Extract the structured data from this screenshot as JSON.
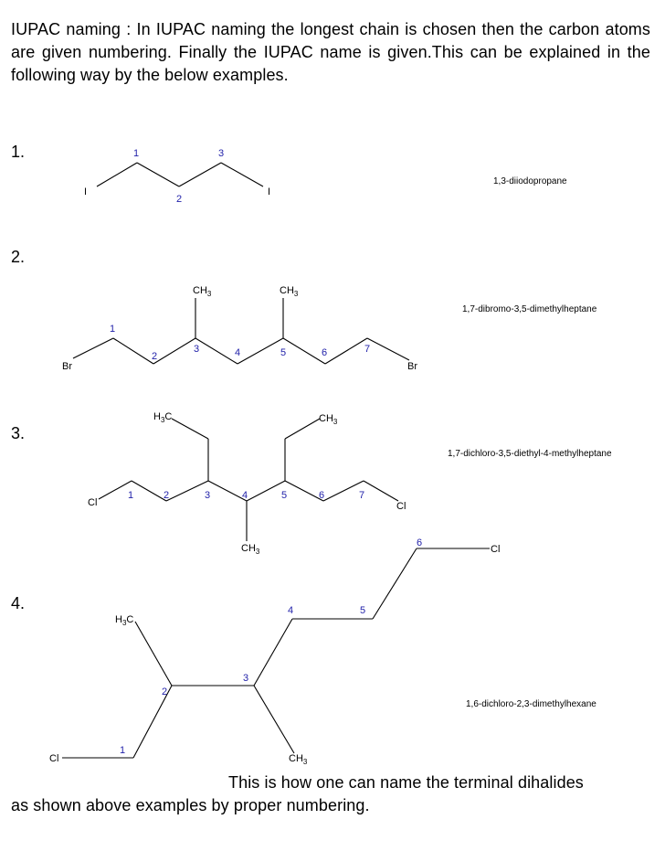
{
  "intro_text": "IUPAC naming : In IUPAC naming the longest chain is chosen then the carbon atoms are given numbering. Finally the IUPAC name is given.This can be explained in the following way by the below examples.",
  "outro_line1": "This is how one can name the terminal dihalides",
  "outro_line2": "as shown above examples by proper numbering.",
  "examples": [
    {
      "label": "1.",
      "name": "1,3-diiodopropane",
      "atoms": {
        "left_halogen": "I",
        "right_halogen": "I"
      },
      "numbers": [
        "1",
        "2",
        "3"
      ]
    },
    {
      "label": "2.",
      "name": "1,7-dibromo-3,5-dimethylheptane",
      "atoms": {
        "left_halogen": "Br",
        "right_halogen": "Br",
        "substituent_1": "CH3",
        "substituent_2": "CH3"
      },
      "numbers": [
        "1",
        "2",
        "3",
        "4",
        "5",
        "6",
        "7"
      ]
    },
    {
      "label": "3.",
      "name": "1,7-dichloro-3,5-diethyl-4-methylheptane",
      "atoms": {
        "left_halogen": "Cl",
        "right_halogen": "Cl",
        "ethyl_left": "H3C",
        "ethyl_right": "CH3",
        "methyl": "CH3"
      },
      "numbers": [
        "1",
        "2",
        "3",
        "4",
        "5",
        "6",
        "7"
      ]
    },
    {
      "label": "4.",
      "name": "1,6-dichloro-2,3-dimethylhexane",
      "atoms": {
        "left_halogen": "Cl",
        "right_halogen": "Cl",
        "methyl_2": "H3C",
        "methyl_3": "CH3"
      },
      "numbers": [
        "1",
        "2",
        "3",
        "4",
        "5",
        "6"
      ]
    }
  ]
}
